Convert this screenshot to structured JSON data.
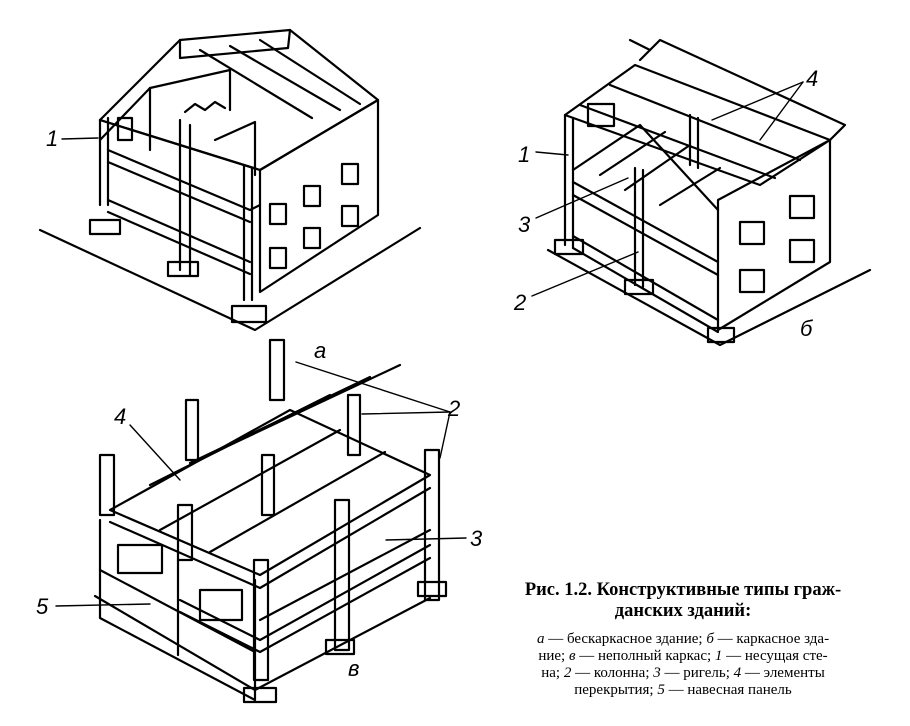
{
  "labels": {
    "a": {
      "n1": "1",
      "sub": "а"
    },
    "b": {
      "n1": "1",
      "n2": "2",
      "n3": "3",
      "n4": "4",
      "sub": "б"
    },
    "v": {
      "n2": "2",
      "n3": "3",
      "n4": "4",
      "n5": "5",
      "sub": "в"
    }
  },
  "caption": {
    "title_line1": "Рис. 1.2. Конструктивные типы граж-",
    "title_line2": "данских зданий:",
    "body": [
      {
        "k": "а",
        "t": " — бескаркасное здание; "
      },
      {
        "k": "б",
        "t": " — каркасное зда-"
      },
      {
        "br": true
      },
      {
        "t": "ние; "
      },
      {
        "k": "в",
        "t": " — неполный каркас; "
      },
      {
        "k": "1",
        "t": " — несущая сте-"
      },
      {
        "br": true
      },
      {
        "t": "на; "
      },
      {
        "k": "2",
        "t": " — колонна; "
      },
      {
        "k": "3",
        "t": " — ригель; "
      },
      {
        "k": "4",
        "t": " — элементы"
      },
      {
        "br": true
      },
      {
        "t": "перекрытия; "
      },
      {
        "k": "5",
        "t": " — навесная панель"
      }
    ]
  }
}
